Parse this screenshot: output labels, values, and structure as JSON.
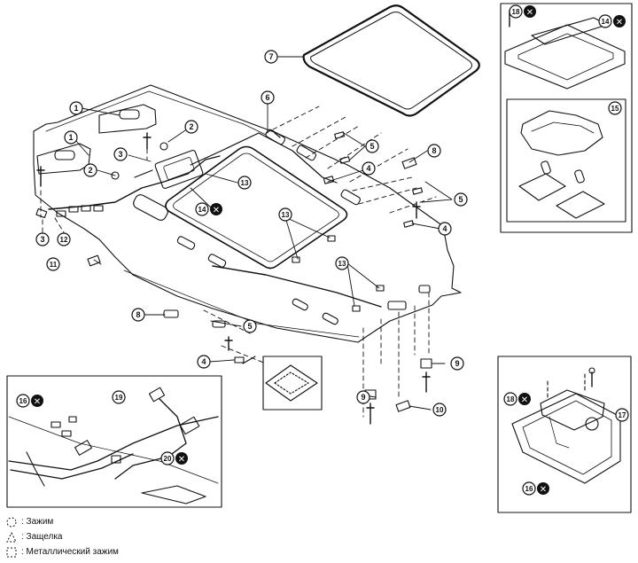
{
  "callouts": [
    {
      "id": "c7a",
      "label": "7"
    },
    {
      "id": "c6a",
      "label": "6"
    },
    {
      "id": "c1a",
      "label": "1"
    },
    {
      "id": "c1b",
      "label": "1"
    },
    {
      "id": "c2a",
      "label": "2"
    },
    {
      "id": "c2b",
      "label": "2"
    },
    {
      "id": "c3a",
      "label": "3"
    },
    {
      "id": "c3b",
      "label": "3"
    },
    {
      "id": "c12a",
      "label": "12"
    },
    {
      "id": "c11a",
      "label": "11"
    },
    {
      "id": "c13a",
      "label": "13"
    },
    {
      "id": "c13b",
      "label": "13"
    },
    {
      "id": "c13c",
      "label": "13"
    },
    {
      "id": "c14a",
      "label": "14"
    },
    {
      "id": "c5a",
      "label": "5"
    },
    {
      "id": "c5b",
      "label": "5"
    },
    {
      "id": "c5c",
      "label": "5"
    },
    {
      "id": "c4a",
      "label": "4"
    },
    {
      "id": "c4b",
      "label": "4"
    },
    {
      "id": "c4c",
      "label": "4"
    },
    {
      "id": "c8a",
      "label": "8"
    },
    {
      "id": "c8b",
      "label": "8"
    },
    {
      "id": "c9a",
      "label": "9"
    },
    {
      "id": "c9b",
      "label": "9"
    },
    {
      "id": "c10a",
      "label": "10"
    },
    {
      "id": "c18a",
      "label": "18"
    },
    {
      "id": "c14b",
      "label": "14"
    },
    {
      "id": "c15a",
      "label": "15"
    },
    {
      "id": "c18b",
      "label": "18"
    },
    {
      "id": "c19a",
      "label": "19"
    },
    {
      "id": "c20a",
      "label": "20"
    },
    {
      "id": "c16a",
      "label": "16"
    },
    {
      "id": "c16b",
      "label": "16"
    },
    {
      "id": "c17a",
      "label": "17"
    }
  ],
  "legend": [
    {
      "symbol": "clip-symbol",
      "text": ": Зажим"
    },
    {
      "symbol": "latch-symbol",
      "text": ": Защелка"
    },
    {
      "symbol": "metal-clip-symbol",
      "text": ": Металлический зажим"
    }
  ],
  "replace_mark": "✕"
}
